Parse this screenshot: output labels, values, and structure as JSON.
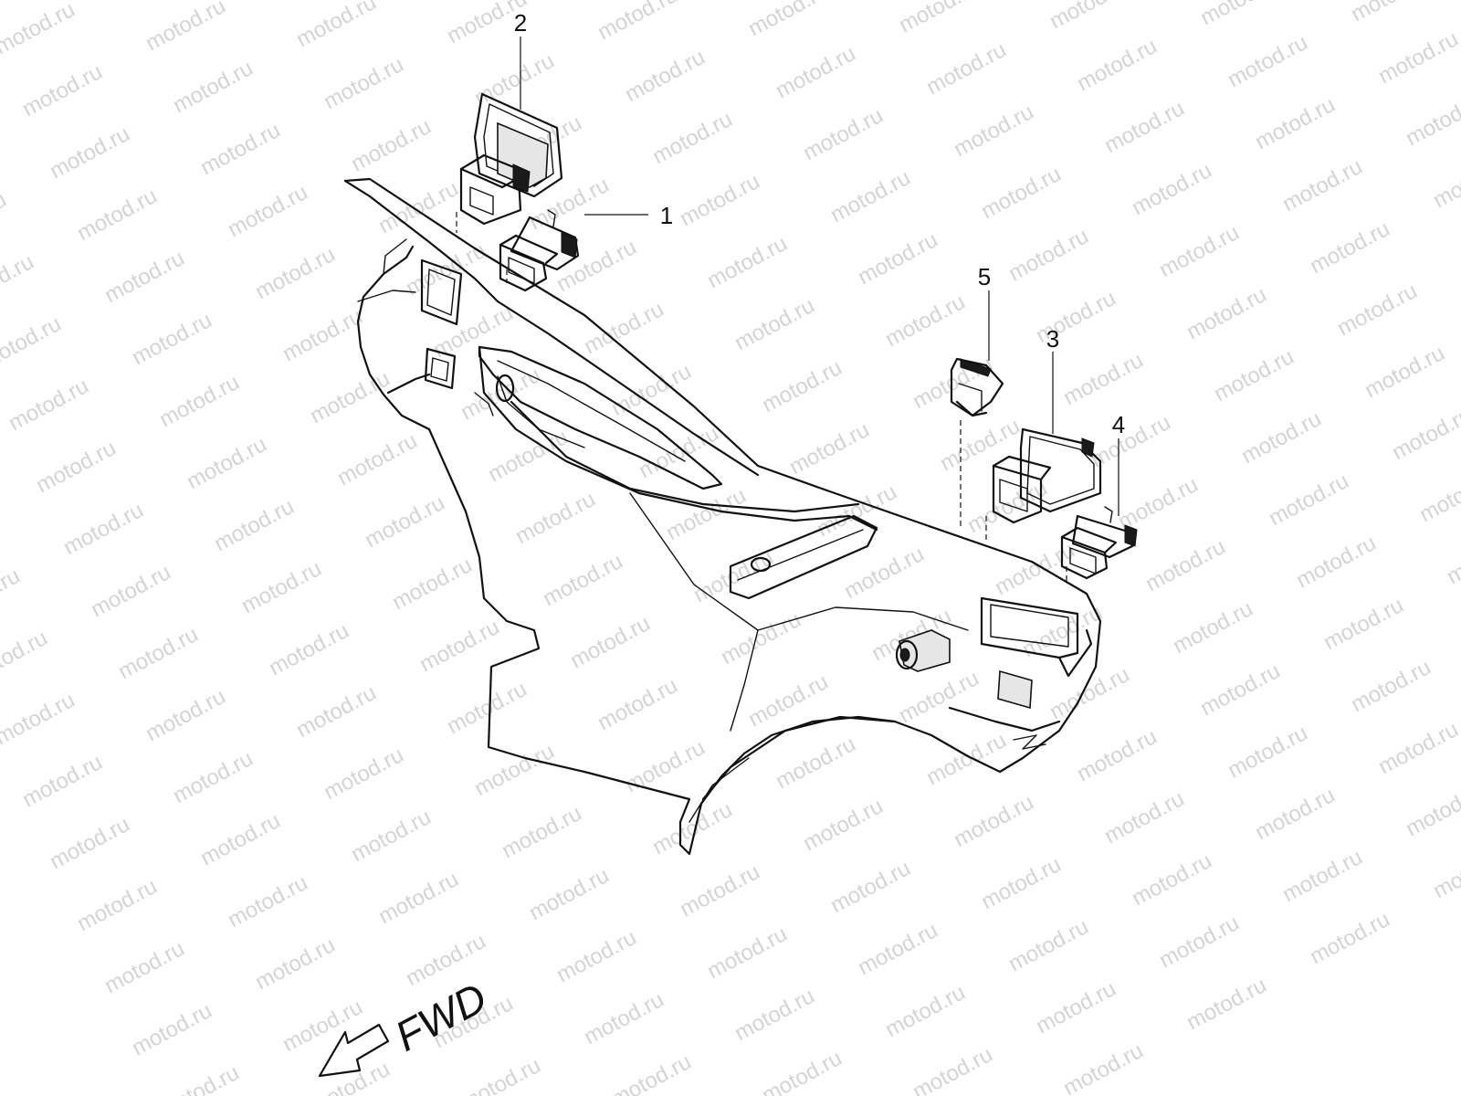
{
  "watermark": "motod.ru",
  "callouts": {
    "c1": "1",
    "c2": "2",
    "c3": "3",
    "c4": "4",
    "c5": "5"
  },
  "direction": {
    "label": "FWD"
  }
}
